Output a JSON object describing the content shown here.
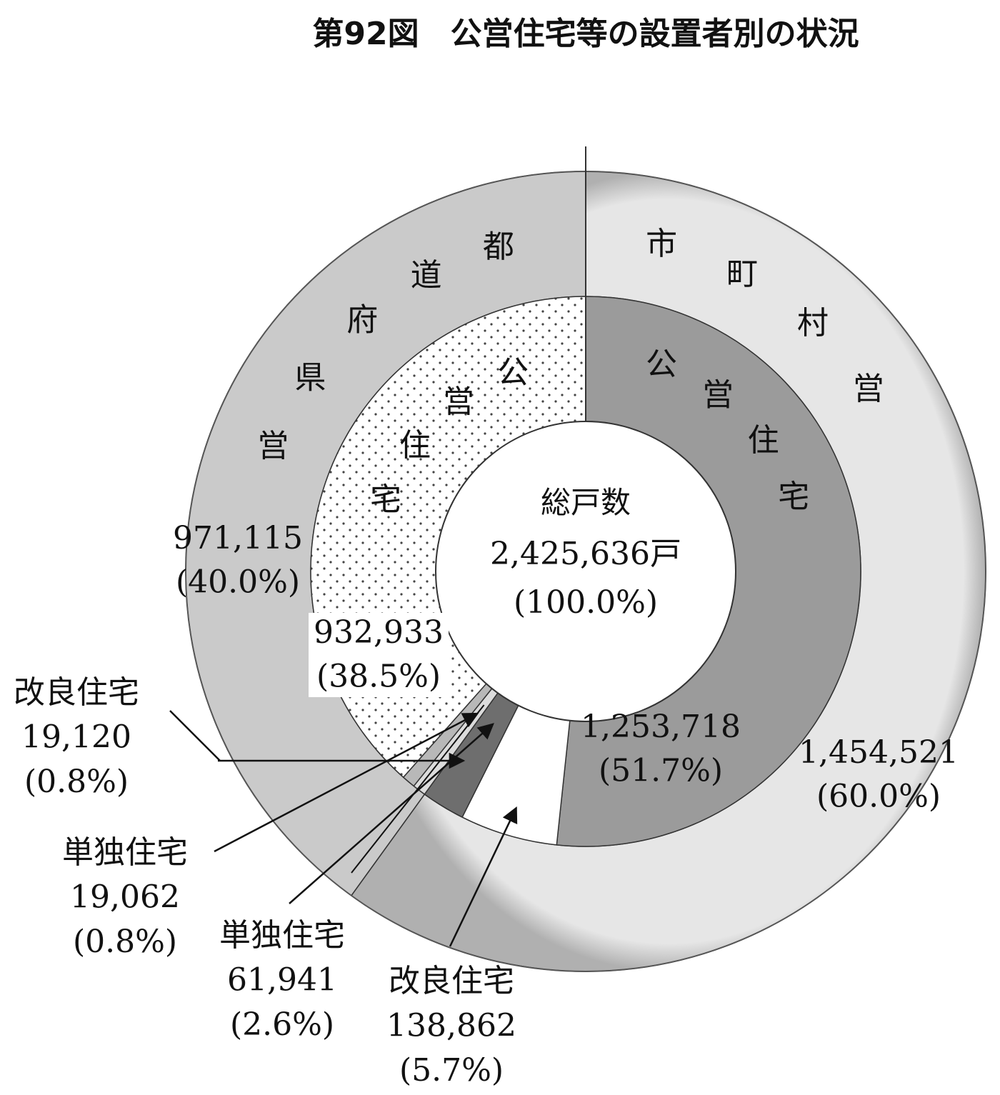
{
  "chart_data": {
    "type": "pie",
    "title": "第92図　公営住宅等の設置者別の状況",
    "center": {
      "title": "総戸数",
      "value": "2,425,636戸",
      "percent": "(100.0%)"
    },
    "outer_ring": [
      {
        "name": "市町村営",
        "value": 1454521,
        "value_label": "1,454,521",
        "percent_label": "(60.0%)",
        "color": "#e6e6e6"
      },
      {
        "name": "都道府県営",
        "value": 971115,
        "value_label": "971,115",
        "percent_label": "(40.0%)",
        "color": "#cacaca"
      }
    ],
    "inner_ring": [
      {
        "name": "公営住宅",
        "group": "市町村営",
        "value": 1253718,
        "value_label": "1,253,718",
        "percent_label": "(51.7%)",
        "color": "#9b9b9b",
        "pattern": "solid"
      },
      {
        "name": "改良住宅",
        "group": "市町村営",
        "value": 138862,
        "value_label": "138,862",
        "percent_label": "(5.7%)",
        "color": "#ffffff",
        "pattern": "solid"
      },
      {
        "name": "単独住宅",
        "group": "市町村営",
        "value": 61941,
        "value_label": "61,941",
        "percent_label": "(2.6%)",
        "color": "#6e6e6e",
        "pattern": "solid"
      },
      {
        "name": "単独住宅",
        "group": "都道府県営",
        "value": 19062,
        "value_label": "19,062",
        "percent_label": "(0.8%)",
        "color": "#dcdcdc",
        "pattern": "solid"
      },
      {
        "name": "改良住宅",
        "group": "都道府県営",
        "value": 19120,
        "value_label": "19,120",
        "percent_label": "(0.8%)",
        "color": "#b8b8b8",
        "pattern": "solid"
      },
      {
        "name": "公営住宅",
        "group": "都道府県営",
        "value": 932933,
        "value_label": "932,933",
        "percent_label": "(38.5%)",
        "color": "#ffffff",
        "pattern": "dots"
      }
    ]
  }
}
